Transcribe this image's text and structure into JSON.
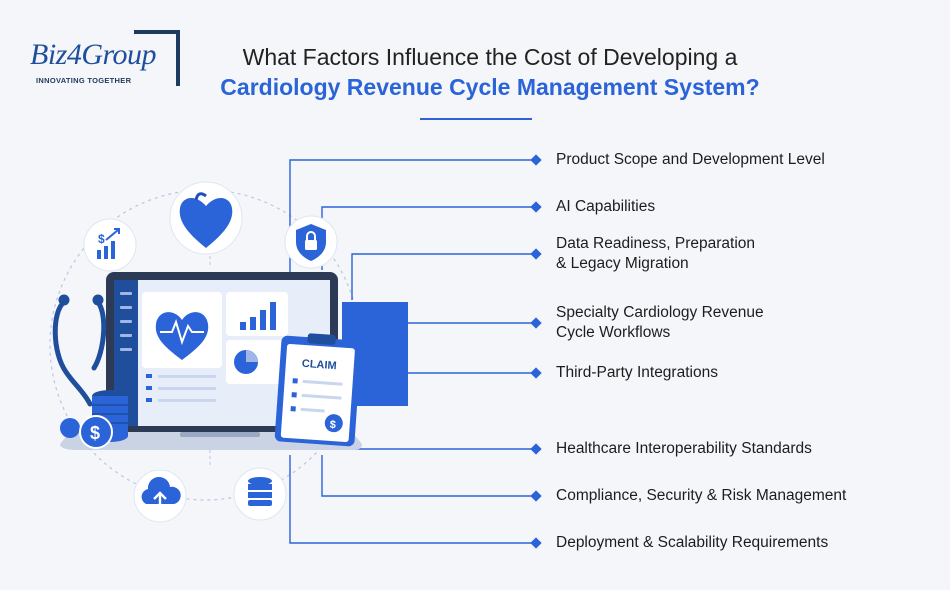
{
  "logo": {
    "name": "Biz4Group",
    "tagline": "INNOVATING TOGETHER"
  },
  "title": {
    "line1": "What Factors Influence the Cost of Developing a",
    "line2": "Cardiology Revenue Cycle Management System?"
  },
  "illustration": {
    "claim_label": "CLAIM"
  },
  "factors": [
    {
      "line1": "Product Scope and Development Level",
      "line2": ""
    },
    {
      "line1": "AI Capabilities",
      "line2": ""
    },
    {
      "line1": "Data Readiness, Preparation",
      "line2": "& Legacy Migration"
    },
    {
      "line1": "Specialty Cardiology Revenue",
      "line2": "Cycle Workflows"
    },
    {
      "line1": "Third-Party Integrations",
      "line2": ""
    },
    {
      "line1": "Healthcare Interoperability Standards",
      "line2": ""
    },
    {
      "line1": "Compliance, Security & Risk Management",
      "line2": ""
    },
    {
      "line1": "Deployment & Scalability Requirements",
      "line2": ""
    }
  ],
  "colors": {
    "accent": "#2b63d9",
    "navy": "#1e3a5f",
    "text": "#1d1d1d",
    "background": "#f4f6f9"
  },
  "icons": [
    "heart-icon",
    "lock-shield-icon",
    "dollar-growth-icon",
    "cloud-upload-icon",
    "database-icon",
    "stethoscope-icon",
    "dollar-coin-icon",
    "clipboard-icon"
  ]
}
